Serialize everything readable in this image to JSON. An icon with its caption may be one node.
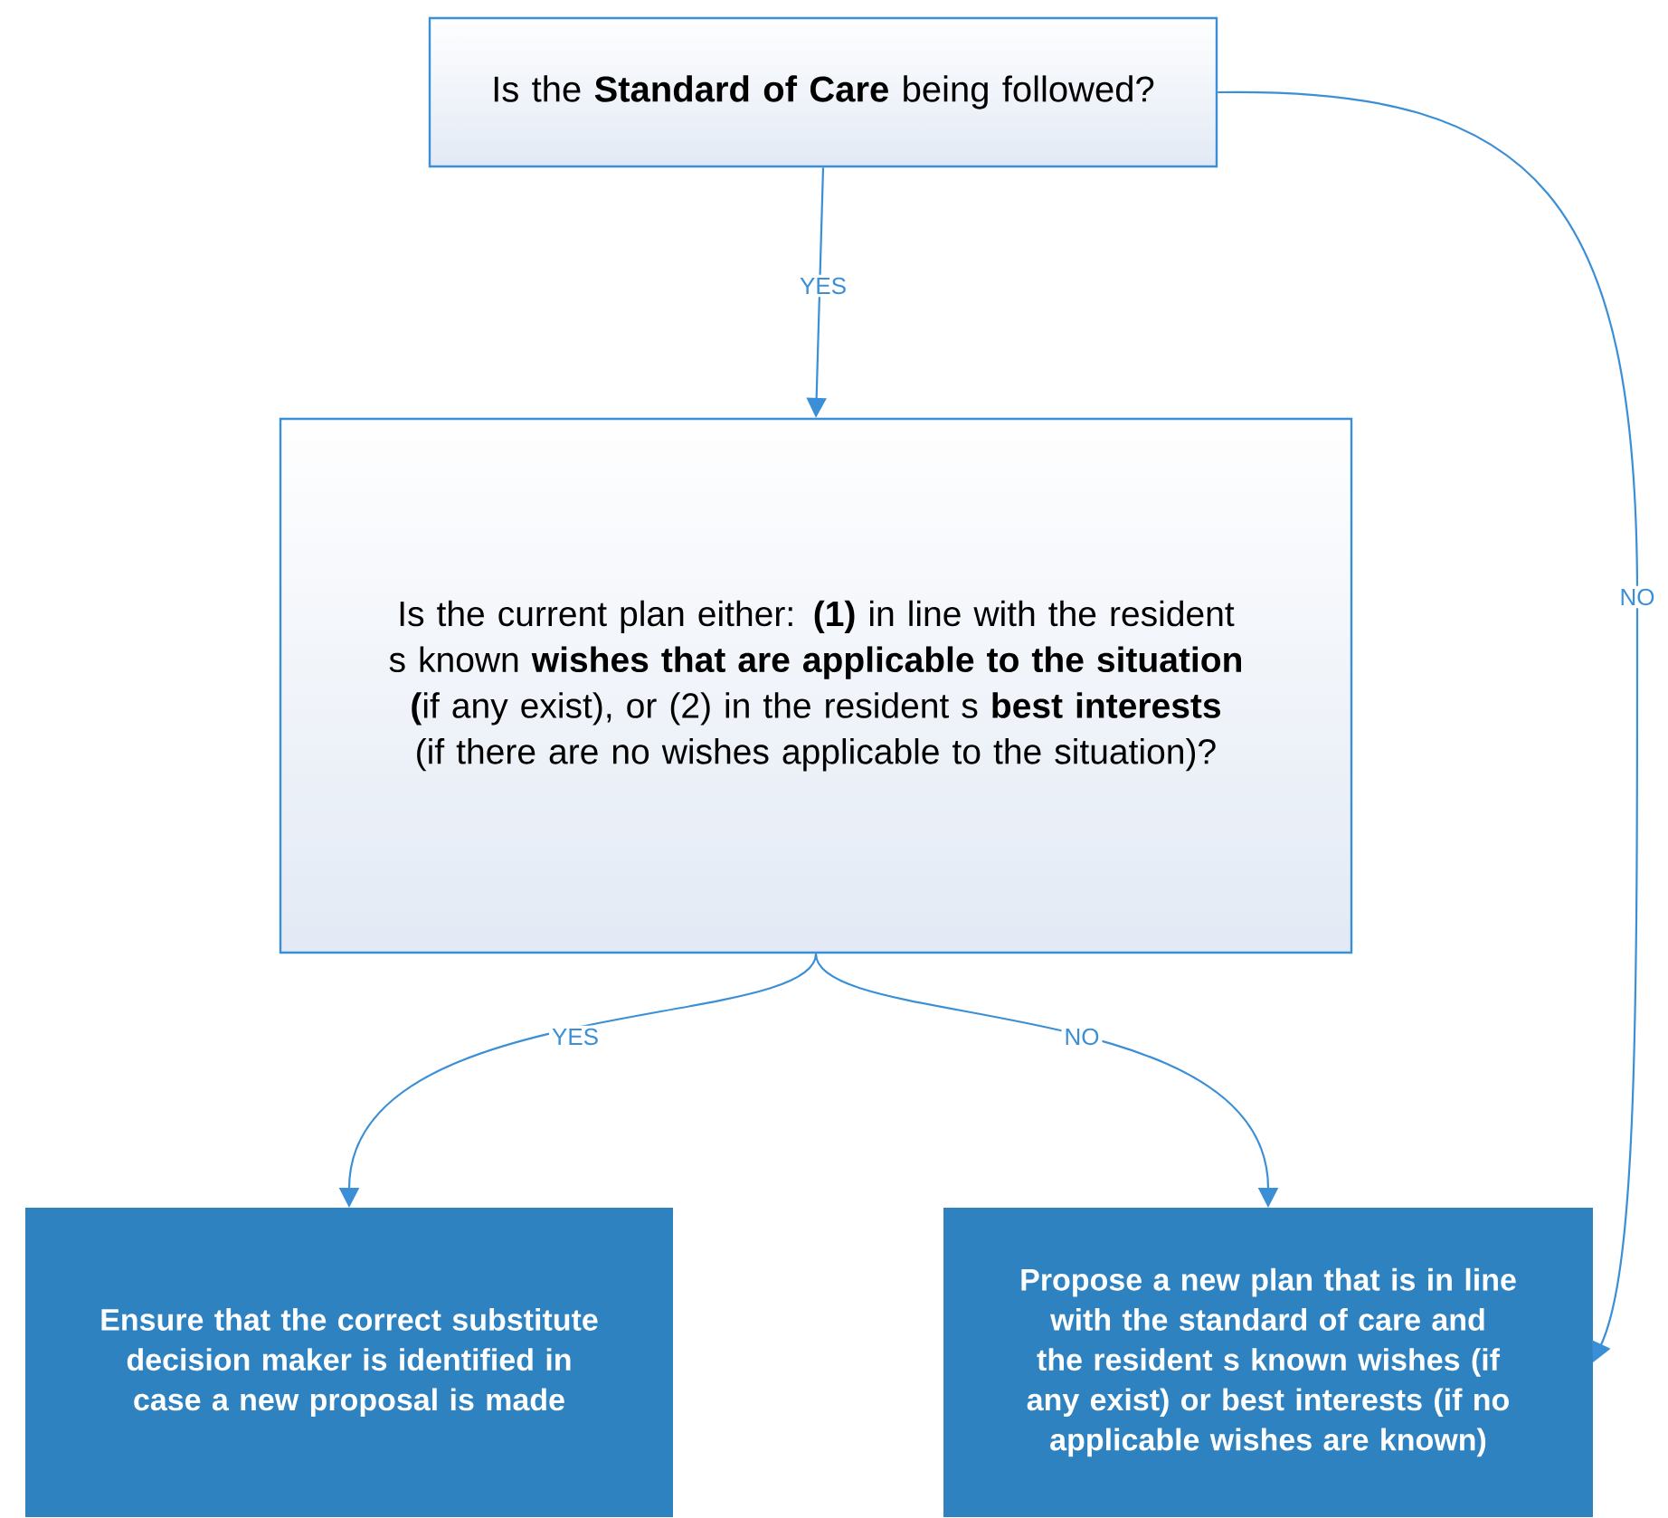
{
  "diagram": {
    "nodes": [
      {
        "text": [
          "Is the **Standard of Care** being followed?"
        ]
      },
      {
        "text": [
          "Is the current plan either: **(1)** in line with the resident s known **wishes that are applicable to the situation (**if any exist), or (2) in the resident s **best interests** (if there are no wishes applicable to the situation)?"
        ]
      },
      {
        "text": [
          "Ensure that the correct substitute decision maker is identified in case a new proposal is made"
        ]
      },
      {
        "text": [
          "Propose a new plan that is in line with the standard of care and the resident s known wishes (if any exist) or best interests (if no applicable wishes are known)"
        ]
      }
    ],
    "edges": [
      {
        "from": 0,
        "to": 1,
        "arrow": "to",
        "label": "YES"
      },
      {
        "from": 1,
        "to": 2,
        "arrow": "to",
        "label": "YES"
      },
      {
        "from": 1,
        "to": 3,
        "arrow": "to",
        "label": "NO"
      },
      {
        "from": 0,
        "to": 3,
        "arrow": "to",
        "label": "NO"
      }
    ]
  }
}
